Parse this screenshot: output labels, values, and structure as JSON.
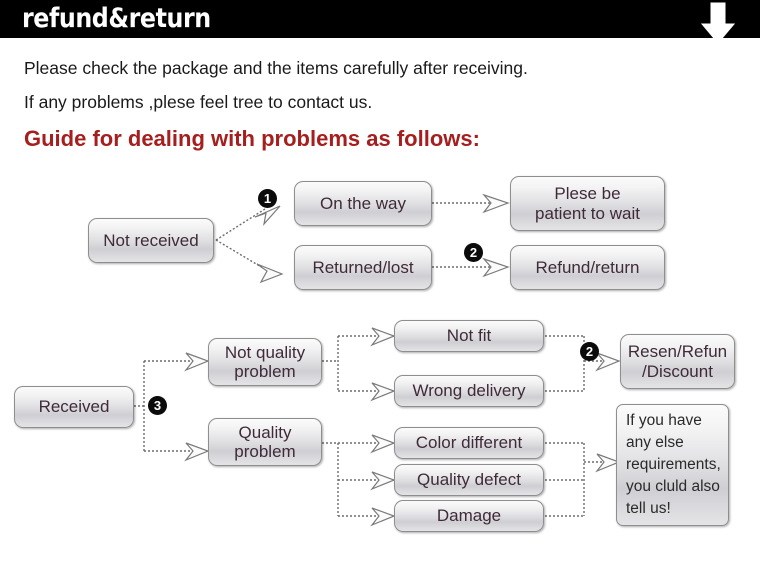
{
  "header": {
    "title": "refund&return",
    "arrow_icon": "down-arrow-icon",
    "background_color": "#000000",
    "title_color": "#ffffff"
  },
  "intro": {
    "line1": "Please check the package and the items carefully after receiving.",
    "line2": "If any problems ,plese feel tree to contact us."
  },
  "guide": {
    "heading": "Guide for dealing with problems as follows:",
    "heading_color": "#a61f1f"
  },
  "flow_not_received": {
    "source": "Not received",
    "badge_1": "1",
    "badge_2": "2",
    "branch_a": "On the way",
    "branch_b": "Returned/lost",
    "result_a": "Plese be\npatient to wait",
    "result_b": "Refund/return"
  },
  "flow_received": {
    "source": "Received",
    "badge_3": "3",
    "badge_2": "2",
    "branch_not_quality": "Not quality\nproblem",
    "branch_quality": "Quality\nproblem",
    "not_quality_items": [
      "Not fit",
      "Wrong delivery"
    ],
    "quality_items": [
      "Color different",
      "Quality defect",
      "Damage"
    ],
    "result_resend": "Resen/Refun\n/Discount",
    "result_note": "If you have\nany else\nrequirements,\nyou cluld also\ntell us!"
  },
  "style": {
    "node_border_color": "#8e8e8e",
    "node_text_color": "#3f2b38",
    "connector_color": "#6d6d6d",
    "badge_color": "#0b0b0b"
  }
}
